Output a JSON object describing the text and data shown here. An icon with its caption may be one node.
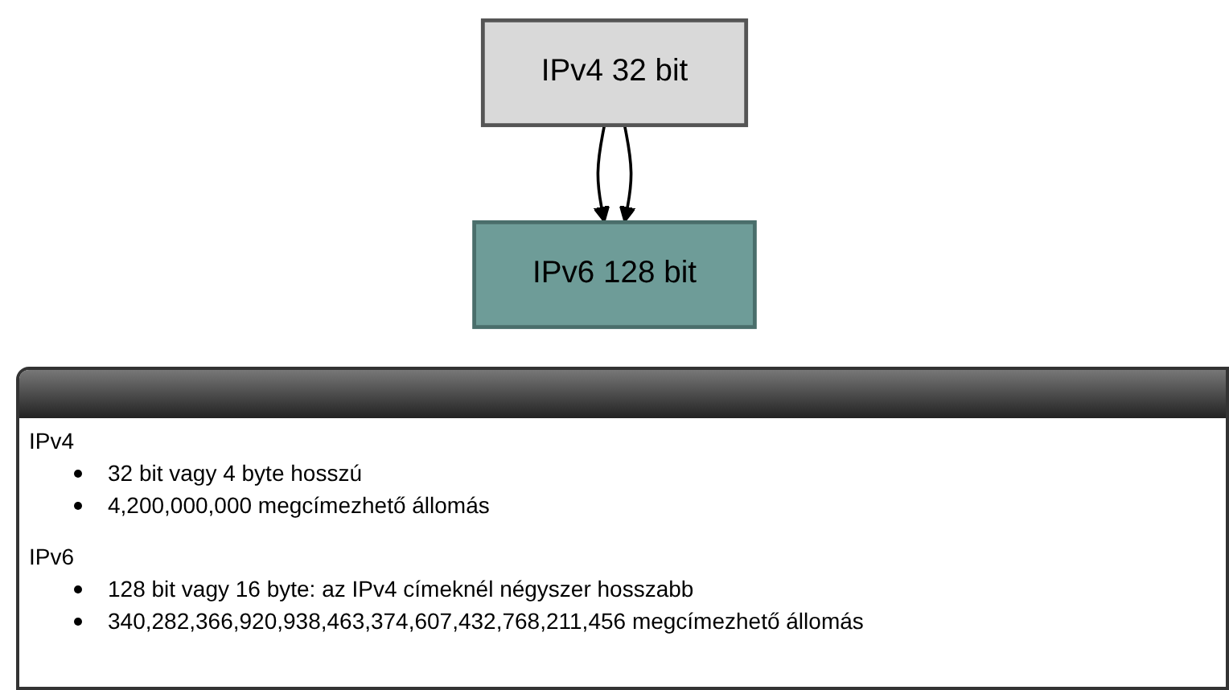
{
  "diagram": {
    "nodes": [
      {
        "text": [
          "IPv4 32 bit"
        ]
      },
      {
        "text": [
          "IPv6 128 bit"
        ]
      }
    ],
    "edges": [
      {
        "from": 0,
        "to": 1,
        "arrow": "to"
      },
      {
        "from": 0,
        "to": 1,
        "arrow": "to"
      }
    ],
    "labels": [
      "IPv4",
      "32 bit vagy 4 byte hosszú",
      "4,200,000,000 megcímezhető állomás",
      "IPv6",
      "128 bit vagy 16 byte: az IPv4 címeknél négyszer hosszabb",
      "340,282,366,920,938,463,374,607,432,768,211,456 megcímezhető állomás"
    ]
  }
}
